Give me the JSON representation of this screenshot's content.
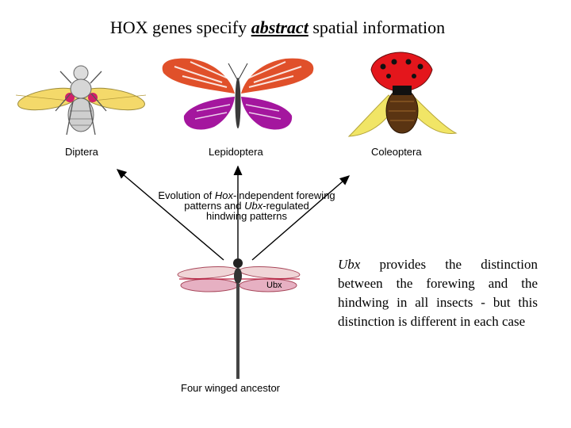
{
  "title": {
    "prefix": "HOX genes specify ",
    "emphasis": "abstract",
    "suffix": " spatial information"
  },
  "insects": {
    "diptera": "Diptera",
    "lepidoptera": "Lepidoptera",
    "coleoptera": "Coleoptera",
    "ancestor": "Four winged ancestor",
    "ubx_tag": "Ubx"
  },
  "evolution": {
    "line1_a": "Evolution of ",
    "line1_hox": "Hox",
    "line1_b": "-independent forewing",
    "line2_a": "patterns and ",
    "line2_ubx": "Ubx",
    "line2_b": "-regulated",
    "line3": "hindwing patterns"
  },
  "note": {
    "ubx": "Ubx",
    "text": " provides the distinction between the forewing and the hindwing in all insects - but this distinction is different in each case"
  },
  "colors": {
    "fly_wing": "#f4d96a",
    "fly_body": "#cfcfcf",
    "fly_spot": "#d0206a",
    "butterfly_forewing": "#e0502a",
    "butterfly_hindwing": "#a4169e",
    "ladybird_shell": "#e4161c",
    "ladybird_wing": "#f1e566",
    "dragonfly_forewing": "#f0d5d7",
    "dragonfly_hindwing": "#e6b0c2",
    "arrow": "#000000"
  }
}
